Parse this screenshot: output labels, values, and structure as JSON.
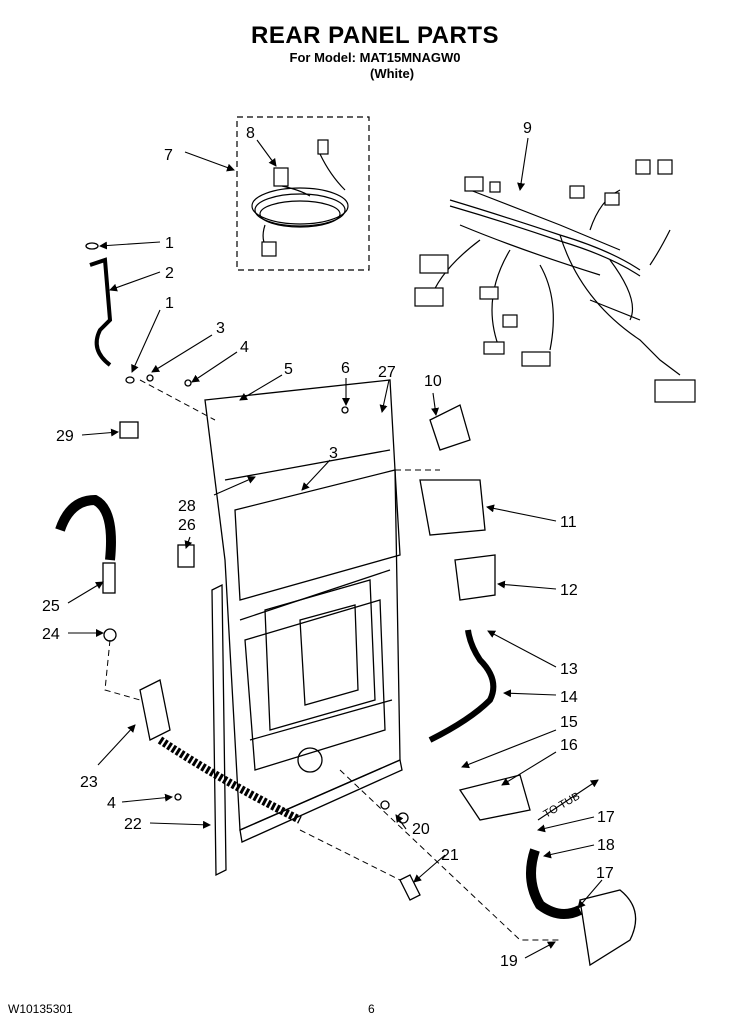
{
  "header": {
    "title": "REAR PANEL PARTS",
    "model_line": "For Model: MAT15MNAGW0",
    "color": "(White)"
  },
  "footer": {
    "doc_number": "W10135301",
    "page_number": "6"
  },
  "callouts": {
    "c1a": "1",
    "c2": "2",
    "c1b": "1",
    "c3a": "3",
    "c4a": "4",
    "c5": "5",
    "c6": "6",
    "c27": "27",
    "c10": "10",
    "c7": "7",
    "c8": "8",
    "c9": "9",
    "c29": "29",
    "c3b": "3",
    "c28": "28",
    "c26": "26",
    "c11": "11",
    "c12": "12",
    "c25": "25",
    "c24": "24",
    "c13": "13",
    "c14": "14",
    "c15": "15",
    "c16": "16",
    "c23": "23",
    "c4b": "4",
    "c22": "22",
    "c20": "20",
    "c17a": "17",
    "c18": "18",
    "c21": "21",
    "c17b": "17",
    "c19": "19"
  },
  "annotations": {
    "to_tub": "TO TUB"
  }
}
